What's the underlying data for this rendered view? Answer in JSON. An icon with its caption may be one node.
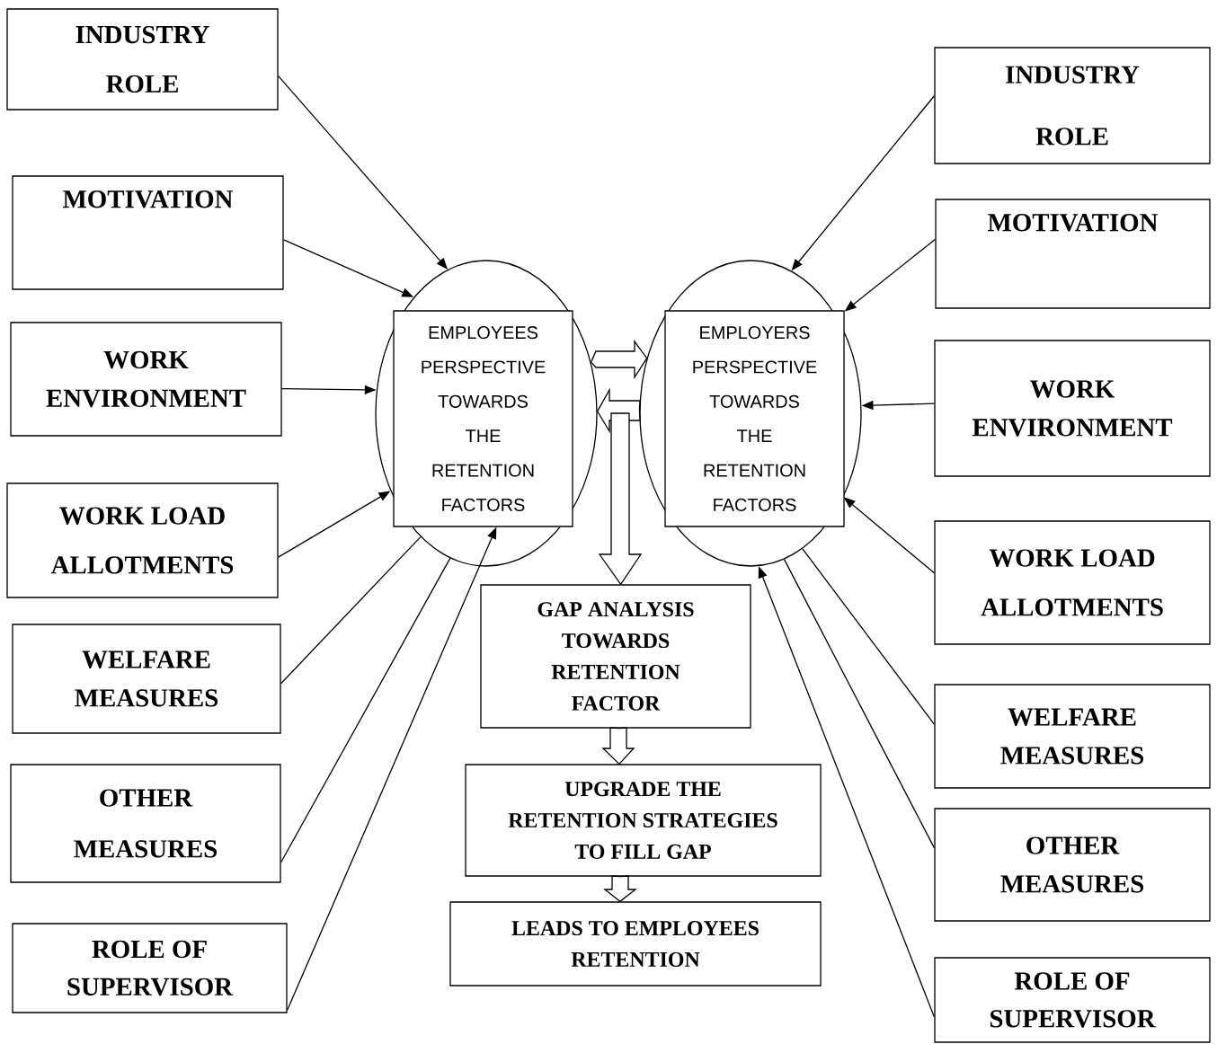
{
  "diagram": {
    "nodes": [
      {
        "text": [
          "INDUSTRY ROLE"
        ]
      },
      {
        "text": [
          "MOTIVATION"
        ]
      },
      {
        "text": [
          "WORK ENVIRONMENT"
        ]
      },
      {
        "text": [
          "WORK LOAD ALLOTMENTS"
        ]
      },
      {
        "text": [
          "WELFARE MEASURES"
        ]
      },
      {
        "text": [
          "OTHER MEASURES"
        ]
      },
      {
        "text": [
          "ROLE OF SUPERVISOR"
        ]
      },
      {
        "text": [],
        "shape": "ellipse"
      },
      {
        "text": [
          "EMPLOYEES PERSPECTIVE TOWARDS THE RETENTION FACTORS"
        ],
        "in": 7
      },
      {
        "text": [],
        "shape": "ellipse"
      },
      {
        "text": [
          "EMPLOYERS PERSPECTIVE TOWARDS THE RETENTION FACTORS"
        ],
        "in": 9
      },
      {
        "text": [
          "INDUSTRY ROLE"
        ]
      },
      {
        "text": [
          "MOTIVATION"
        ]
      },
      {
        "text": [
          "WORK ENVIRONMENT"
        ]
      },
      {
        "text": [
          "WORK LOAD ALLOTMENTS"
        ]
      },
      {
        "text": [
          "WELFARE MEASURES"
        ]
      },
      {
        "text": [
          "OTHER MEASURES"
        ]
      },
      {
        "text": [
          "ROLE OF SUPERVISOR"
        ]
      },
      {
        "text": [
          "GAP ANALYSIS TOWARDS RETENTION FACTOR"
        ]
      },
      {
        "text": [
          "UPGRADE THE RETENTION STRATEGIES TO FILL GAP"
        ]
      },
      {
        "text": [
          "LEADS TO EMPLOYEES RETENTION"
        ]
      }
    ],
    "edges": [
      {
        "from": 0,
        "to": 7,
        "arrow": "to"
      },
      {
        "from": 1,
        "to": 7,
        "arrow": "to"
      },
      {
        "from": 2,
        "to": 7,
        "arrow": "to"
      },
      {
        "from": 3,
        "to": 7,
        "arrow": "to"
      },
      {
        "from": 4,
        "to": 7,
        "arrow": "none"
      },
      {
        "from": 5,
        "to": 7,
        "arrow": "none"
      },
      {
        "from": 6,
        "to": 8,
        "arrow": "to"
      },
      {
        "from": 11,
        "to": 9,
        "arrow": "to"
      },
      {
        "from": 12,
        "to": 10,
        "arrow": "to"
      },
      {
        "from": 13,
        "to": 9,
        "arrow": "to"
      },
      {
        "from": 14,
        "to": 9,
        "arrow": "to"
      },
      {
        "from": 15,
        "to": 9,
        "arrow": "none"
      },
      {
        "from": 16,
        "to": 9,
        "arrow": "none"
      },
      {
        "from": 17,
        "to": 9,
        "arrow": "to"
      },
      {
        "from": 7,
        "to": 9,
        "arrow": "to"
      },
      {
        "from": 9,
        "to": 7,
        "arrow": "to"
      },
      {
        "from": null,
        "to": 18,
        "arrow": "to"
      },
      {
        "from": 18,
        "to": 19,
        "arrow": "to"
      },
      {
        "from": 19,
        "to": 20,
        "arrow": "to"
      }
    ]
  }
}
